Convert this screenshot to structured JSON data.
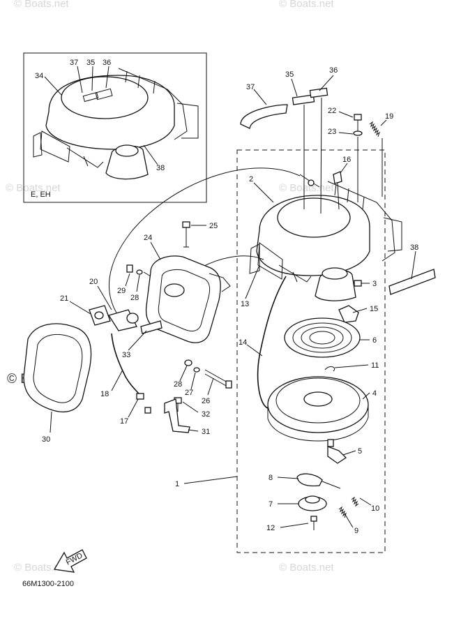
{
  "diagram_code": "66M1300-2100",
  "inset_label": "E, EH",
  "watermarks": {
    "corner": "© Boats.net",
    "center": "© Boats.net"
  },
  "fwd_label": "FWD",
  "callouts": {
    "inset": [
      "37",
      "35",
      "36",
      "34",
      "38"
    ],
    "main": [
      "35",
      "36",
      "37",
      "22",
      "19",
      "23",
      "16",
      "2",
      "25",
      "24",
      "38",
      "20",
      "29",
      "28",
      "3",
      "21",
      "13",
      "15",
      "33",
      "14",
      "6",
      "11",
      "28",
      "27",
      "26",
      "18",
      "32",
      "4",
      "17",
      "31",
      "30",
      "5",
      "1",
      "8",
      "10",
      "7",
      "9",
      "12"
    ]
  }
}
